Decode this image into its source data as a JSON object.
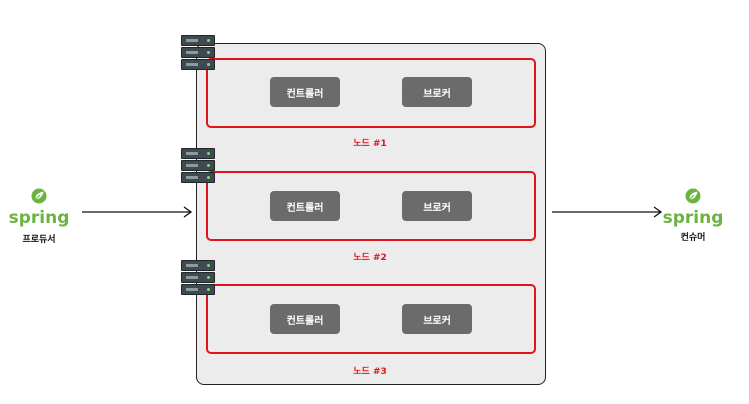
{
  "producer": {
    "label": "프로듀서",
    "logo_text": "spring"
  },
  "consumer": {
    "label": "컨슈머",
    "logo_text": "spring"
  },
  "nodes": [
    {
      "label": "노드 #1",
      "controller": "컨트롤러",
      "broker": "브로커"
    },
    {
      "label": "노드 #2",
      "controller": "컨트롤러",
      "broker": "브로커"
    },
    {
      "label": "노드 #3",
      "controller": "컨트롤러",
      "broker": "브로커"
    }
  ],
  "colors": {
    "node_border": "#e0141b",
    "chip": "#6b6b6b",
    "spring_green": "#6db33f",
    "cluster_bg": "#ececec"
  }
}
